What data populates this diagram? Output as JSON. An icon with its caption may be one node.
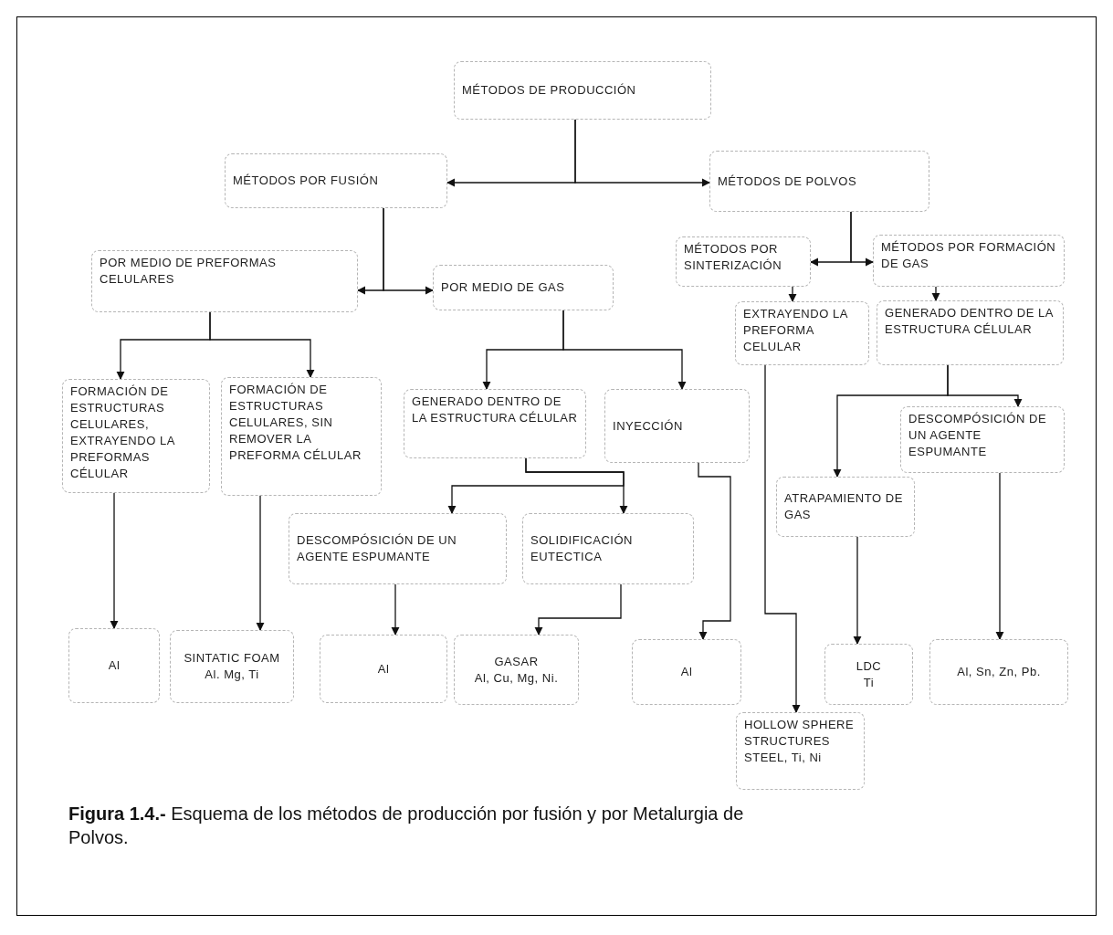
{
  "diagram": {
    "caption": "**Figura 1.4.-** Esquema de los métodos de producción por fusión y por Metalurgia de Polvos.",
    "nodes": [
      {
        "text": [
          "MÉTODOS DE PRODUCCIÓN"
        ]
      },
      {
        "text": [
          "MÉTODOS POR FUSIÓN"
        ]
      },
      {
        "text": [
          "MÉTODOS DE POLVOS"
        ]
      },
      {
        "text": [
          "POR MEDIO DE PREFORMAS CELULARES"
        ]
      },
      {
        "text": [
          "POR MEDIO DE GAS"
        ]
      },
      {
        "text": [
          "MÉTODOS POR SINTERIZACIÓN"
        ]
      },
      {
        "text": [
          "MÉTODOS POR FORMACIÓN DE GAS"
        ]
      },
      {
        "text": [
          "EXTRAYENDO LA PREFORMA CELULAR"
        ]
      },
      {
        "text": [
          "GENERADO DENTRO DE LA ESTRUCTURA CÉLULAR"
        ]
      },
      {
        "text": [
          "FORMACIÓN DE ESTRUCTURAS CELULARES, EXTRAYENDO LA PREFORMAS CÉLULAR"
        ]
      },
      {
        "text": [
          "FORMACIÓN DE ESTRUCTURAS CELULARES, SIN REMOVER LA PREFORMA CÉLULAR"
        ]
      },
      {
        "text": [
          "GENERADO DENTRO DE LA ESTRUCTURA CÉLULAR"
        ]
      },
      {
        "text": [
          "INYECCIÓN"
        ]
      },
      {
        "text": [
          "DESCOMPÓSICIÓN DE UN AGENTE ESPUMANTE"
        ]
      },
      {
        "text": [
          "SOLIDIFICACIÓN EUTECTICA"
        ]
      },
      {
        "text": [
          "DESCOMPÓSICIÓN DE UN AGENTE ESPUMANTE"
        ]
      },
      {
        "text": [
          "ATRAPAMIENTO DE GAS"
        ]
      },
      {
        "text": [
          "Al"
        ]
      },
      {
        "text": [
          "SINTATIC FOAM",
          "Al. Mg, Ti"
        ]
      },
      {
        "text": [
          "Al"
        ]
      },
      {
        "text": [
          "GASAR",
          "Al, Cu, Mg, Ni."
        ]
      },
      {
        "text": [
          "Al"
        ]
      },
      {
        "text": [
          "LDC",
          "Ti"
        ]
      },
      {
        "text": [
          "Al, Sn, Zn, Pb."
        ]
      },
      {
        "text": [
          "HOLLOW SPHERE STRUCTURES",
          "STEEL, Ti, Ni"
        ]
      }
    ],
    "edges": [
      {
        "from": 0,
        "to": 1,
        "arrow": "to"
      },
      {
        "from": 0,
        "to": 2,
        "arrow": "to"
      },
      {
        "from": 1,
        "to": 3,
        "arrow": "to"
      },
      {
        "from": 1,
        "to": 4,
        "arrow": "to"
      },
      {
        "from": 2,
        "to": 5,
        "arrow": "to"
      },
      {
        "from": 2,
        "to": 6,
        "arrow": "to"
      },
      {
        "from": 5,
        "to": 7,
        "arrow": "to"
      },
      {
        "from": 6,
        "to": 8,
        "arrow": "to"
      },
      {
        "from": 3,
        "to": 9,
        "arrow": "to"
      },
      {
        "from": 3,
        "to": 10,
        "arrow": "to"
      },
      {
        "from": 4,
        "to": 11,
        "arrow": "to"
      },
      {
        "from": 4,
        "to": 12,
        "arrow": "to"
      },
      {
        "from": 11,
        "to": 13,
        "arrow": "to"
      },
      {
        "from": 11,
        "to": 14,
        "arrow": "to"
      },
      {
        "from": 12,
        "to": 21,
        "arrow": "to"
      },
      {
        "from": 7,
        "to": 24,
        "arrow": "to"
      },
      {
        "from": 8,
        "to": 15,
        "arrow": "to"
      },
      {
        "from": 8,
        "to": 16,
        "arrow": "to"
      },
      {
        "from": 9,
        "to": 17,
        "arrow": "to"
      },
      {
        "from": 10,
        "to": 18,
        "arrow": "to"
      },
      {
        "from": 13,
        "to": 19,
        "arrow": "to"
      },
      {
        "from": 14,
        "to": 20,
        "arrow": "to"
      },
      {
        "from": 16,
        "to": 22,
        "arrow": "to"
      },
      {
        "from": 15,
        "to": 23,
        "arrow": "to"
      }
    ]
  }
}
